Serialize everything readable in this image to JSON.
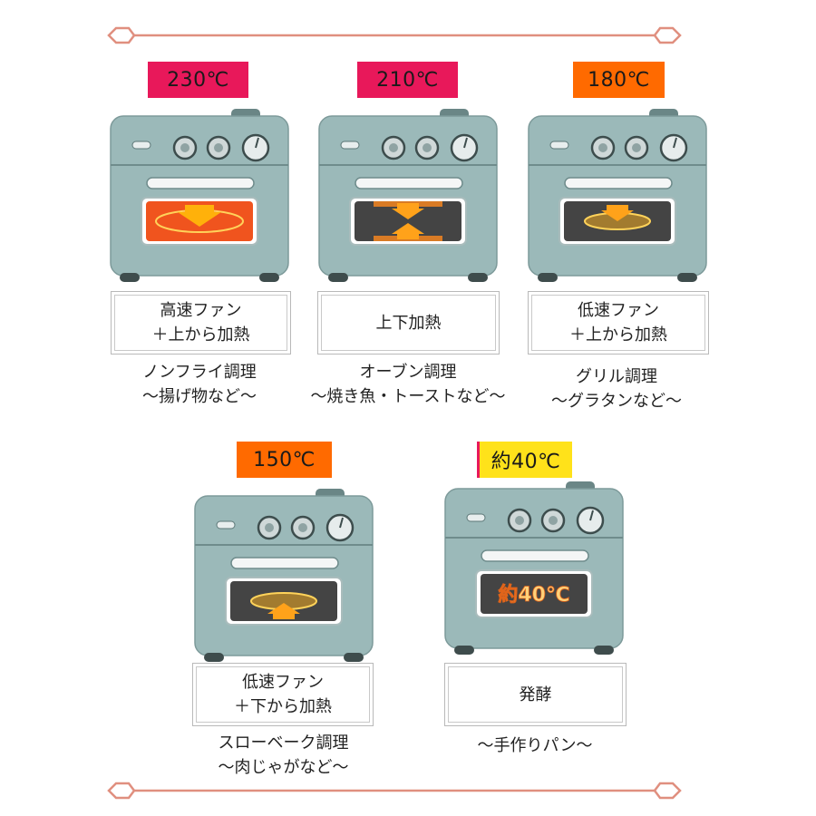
{
  "colors": {
    "accent_red": "#e8185a",
    "accent_orange": "#ff6a00",
    "accent_yellow": "#ffe21a",
    "oven_body": "#9bb9b9",
    "divider": "#e08f7f"
  },
  "modes": [
    {
      "temp": "230℃",
      "temp_color": "#e8185a",
      "mode_lines": [
        "高速ファン",
        "＋上から加熱"
      ],
      "caption_lines": [
        "ノンフライ調理",
        "～揚げ物など～"
      ],
      "heat": "high-fan-top"
    },
    {
      "temp": "210℃",
      "temp_color": "#e8185a",
      "mode_lines": [
        "上下加熱"
      ],
      "caption_lines": [
        "オーブン調理",
        "～焼き魚・トーストなど～"
      ],
      "heat": "top-bottom"
    },
    {
      "temp": "180℃",
      "temp_color": "#ff6a00",
      "mode_lines": [
        "低速ファン",
        "＋上から加熱"
      ],
      "caption_lines": [
        "グリル調理",
        "～グラタンなど～"
      ],
      "heat": "low-fan-top"
    },
    {
      "temp": "150℃",
      "temp_color": "#ff6a00",
      "mode_lines": [
        "低速ファン",
        "＋下から加熱"
      ],
      "caption_lines": [
        "スローベーク調理",
        "～肉じゃがなど～"
      ],
      "heat": "low-fan-bottom"
    },
    {
      "temp": "約40℃",
      "temp_color": "#ffe21a",
      "mode_lines": [
        "発酵"
      ],
      "caption_lines": [
        "～手作りパン～"
      ],
      "heat": "ferment",
      "window_text": "約40℃"
    }
  ]
}
